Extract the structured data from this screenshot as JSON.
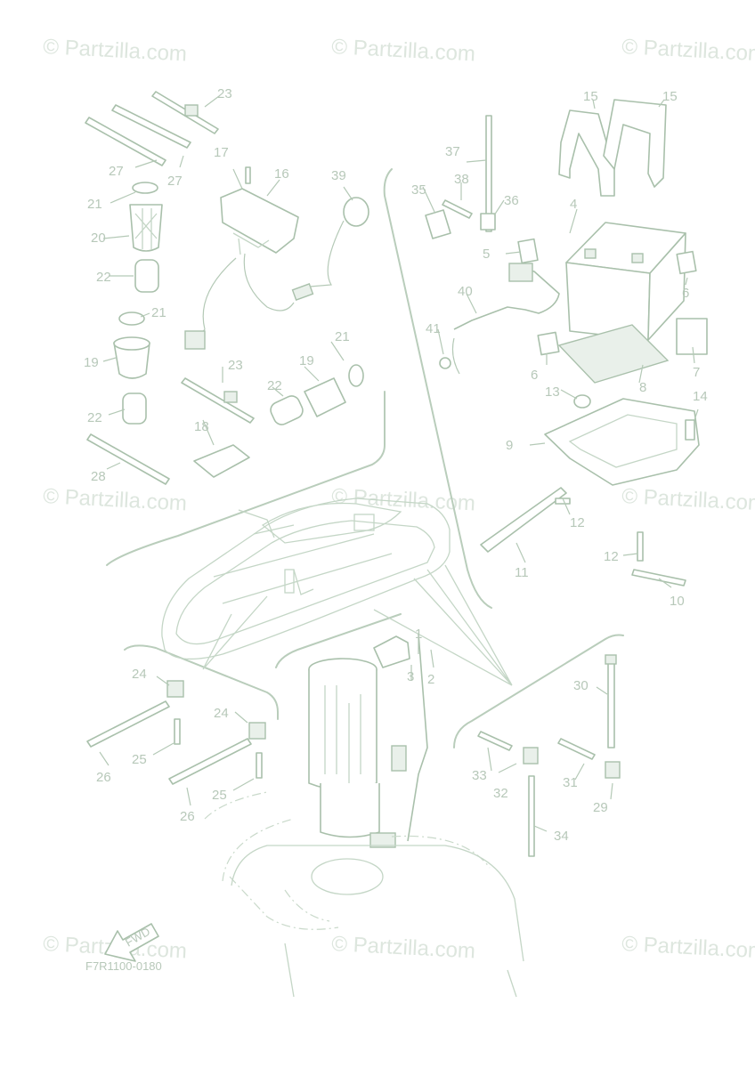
{
  "watermark": "© Partzilla.com",
  "diagram_code": "F7R1100-0180",
  "fwd_label": "FWD",
  "callouts": {
    "n1": "1",
    "n2": "2",
    "n3": "3",
    "n4": "4",
    "n5": "5",
    "n6a": "6",
    "n6b": "6",
    "n7": "7",
    "n8": "8",
    "n9": "9",
    "n10": "10",
    "n11": "11",
    "n12a": "12",
    "n12b": "12",
    "n13": "13",
    "n14": "14",
    "n15a": "15",
    "n15b": "15",
    "n16": "16",
    "n17": "17",
    "n18": "18",
    "n19a": "19",
    "n19b": "19",
    "n20": "20",
    "n21a": "21",
    "n21b": "21",
    "n21c": "21",
    "n22a": "22",
    "n22b": "22",
    "n22c": "22",
    "n23a": "23",
    "n23b": "23",
    "n24a": "24",
    "n24b": "24",
    "n25a": "25",
    "n25b": "25",
    "n26a": "26",
    "n26b": "26",
    "n27a": "27",
    "n27b": "27",
    "n28": "28",
    "n29": "29",
    "n30": "30",
    "n31": "31",
    "n32": "32",
    "n33": "33",
    "n34": "34",
    "n35": "35",
    "n36": "36",
    "n37": "37",
    "n38": "38",
    "n39": "39",
    "n40": "40",
    "n41": "41"
  }
}
